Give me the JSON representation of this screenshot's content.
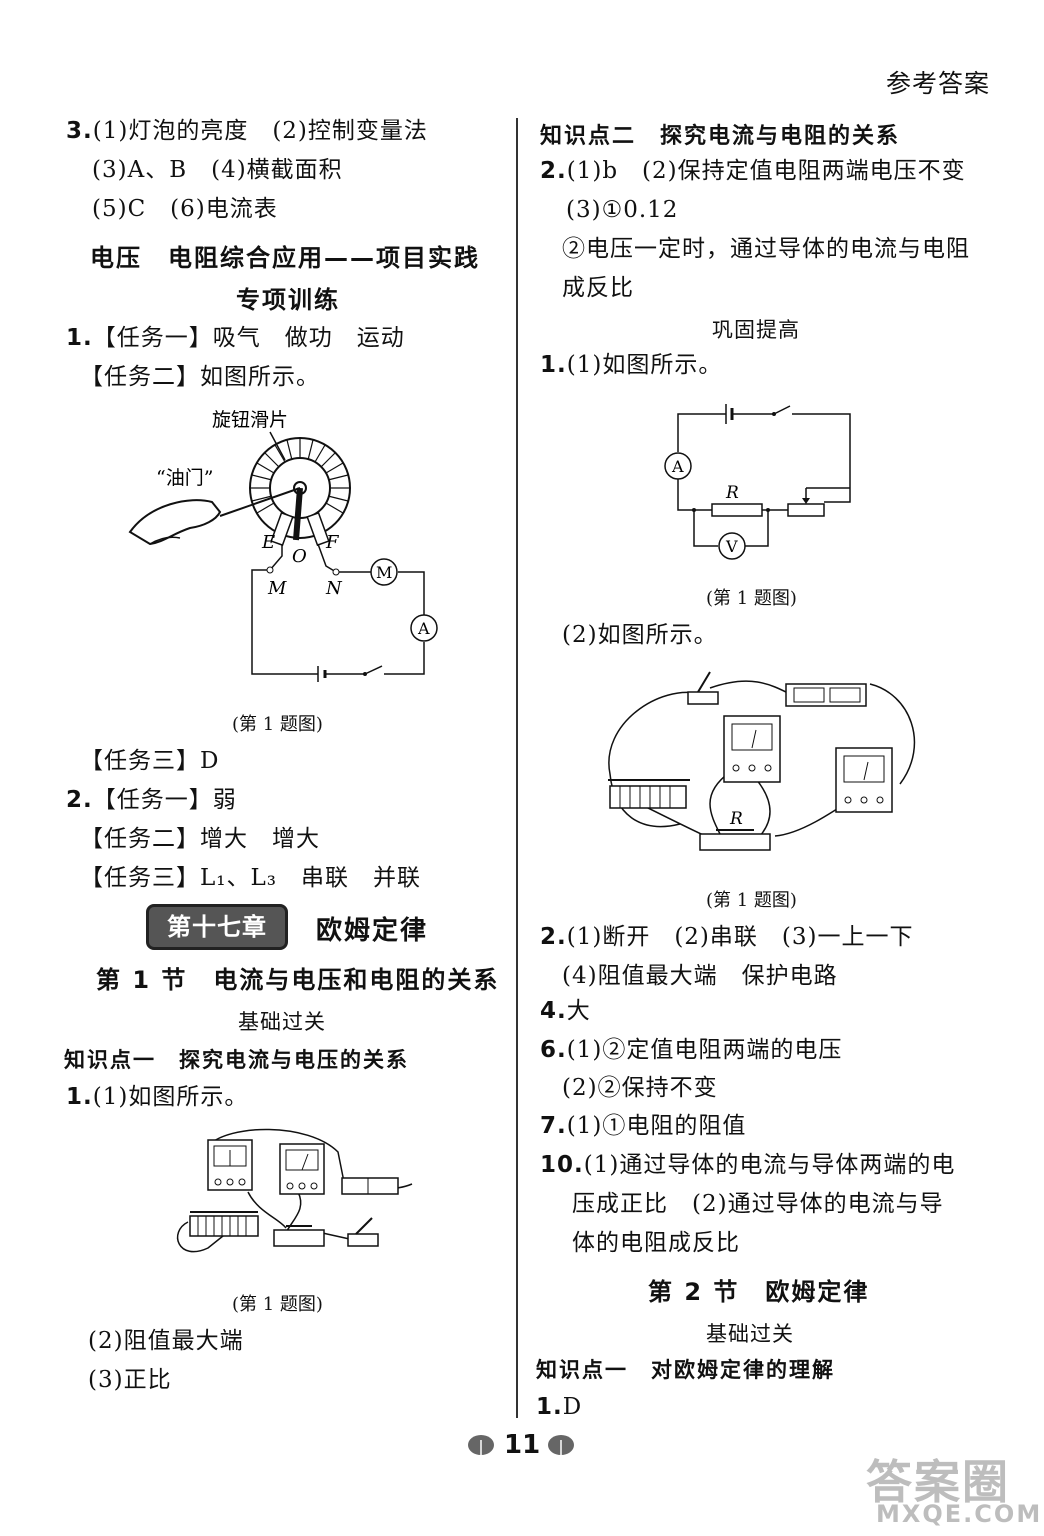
{
  "header": {
    "title": "参考答案"
  },
  "left": {
    "q3": [
      "3.",
      "(1)灯泡的亮度　(2)控制变量法",
      "(3)A、B　(4)横截面积",
      "(5)C　(6)电流表"
    ],
    "section_title_1": "电压　电阻综合应用——项目实践",
    "section_title_2": "专项训练",
    "p1_num": "1.",
    "p1_t1": "【任务一】吸气　做功　运动",
    "p1_t2": "【任务二】如图所示。",
    "fig1_labels": {
      "knob": "旋钮滑片",
      "throttle": "“油门”",
      "E": "E",
      "O": "O",
      "F": "F",
      "M": "M",
      "N": "N",
      "motor": "M",
      "ammeter": "A"
    },
    "fig_caption": "(第 1 题图)",
    "p1_t3": "【任务三】D",
    "p2_num": "2.",
    "p2_t1": "【任务一】弱",
    "p2_t2": "【任务二】增大　增大",
    "p2_t3": "【任务三】L₁、L₃　串联　并联",
    "chapter_badge": "第十七章",
    "chapter_title": "欧姆定律",
    "lesson1_title": "第 1 节　电流与电压和电阻的关系",
    "basic": "基础过关",
    "kp1": "知识点一　探究电流与电压的关系",
    "kp1_q1_num": "1.",
    "kp1_q1": "(1)如图所示。",
    "kp1_q1_2": "(2)阻值最大端",
    "kp1_q1_3": "(3)正比"
  },
  "right": {
    "kp2": "知识点二　探究电流与电阻的关系",
    "q2_num": "2.",
    "q2_1": "(1)b　(2)保持定值电阻两端电压不变",
    "q2_2": "(3)①0.12",
    "q2_3": "②电压一定时，通过导体的电流与电阻",
    "q2_4": "成反比",
    "consolidate": "巩固提高",
    "c1_num": "1.",
    "c1_1": "(1)如图所示。",
    "fig_r_labels": {
      "A": "A",
      "V": "V",
      "R": "R"
    },
    "c1_2": "(2)如图所示。",
    "c2_num": "2.",
    "c2_1": "(1)断开　(2)串联　(3)一上一下",
    "c2_2": "(4)阻值最大端　保护电路",
    "c4_num": "4.",
    "c4": "大",
    "c6_num": "6.",
    "c6_1": "(1)②定值电阻两端的电压",
    "c6_2": "(2)②保持不变",
    "c7_num": "7.",
    "c7": "(1)①电阻的阻值",
    "c10_num": "10.",
    "c10_1": "(1)通过导体的电流与导体两端的电",
    "c10_2": "压成正比　(2)通过导体的电流与导",
    "c10_3": "体的电阻成反比",
    "lesson2_title": "第 2 节　欧姆定律",
    "basic2": "基础过关",
    "kp3": "知识点一　对欧姆定律的理解",
    "d1_num": "1.",
    "d1": "D"
  },
  "footer": {
    "page_number": "11"
  },
  "watermark": {
    "line1": "答案圈",
    "line2": "MXQE.COM"
  }
}
